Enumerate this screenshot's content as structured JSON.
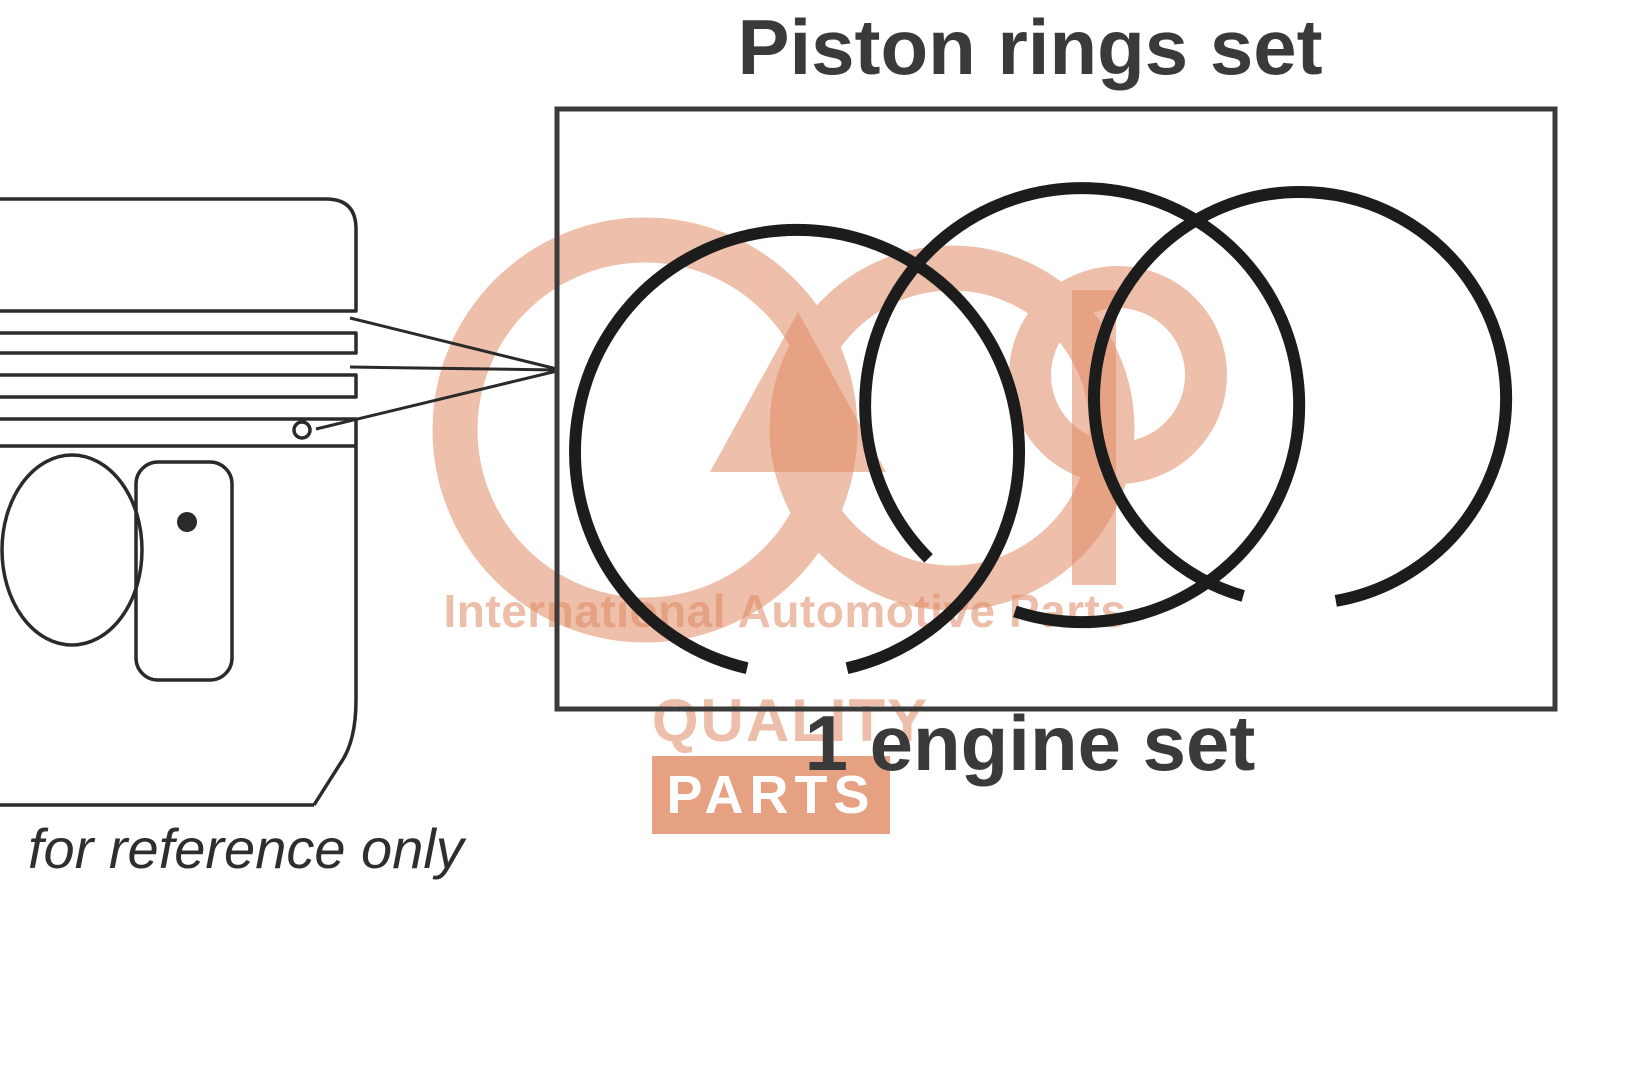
{
  "page": {
    "background": "#ffffff",
    "ink_color": "#272727",
    "text_color": "#3a3a3a"
  },
  "diagram": {
    "title": "Piston rings set",
    "set_caption": "1 engine set",
    "reference_note": "for reference only",
    "rings_count": 3
  },
  "watermark": {
    "company": "International Automotive Parts",
    "quality": "QUALITY",
    "parts": "PARTS",
    "color": "#e08a64",
    "badge_text_color": "#ffffff"
  }
}
